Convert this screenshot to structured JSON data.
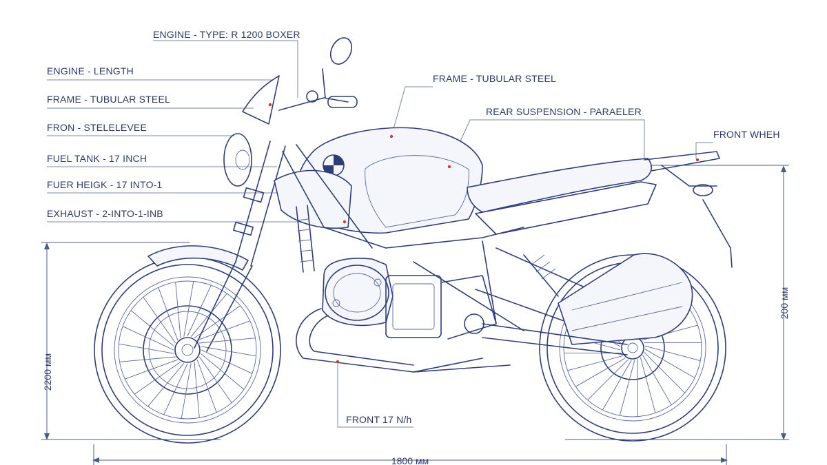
{
  "labels": {
    "engine_type": "ENGINE - TYPE: R 1200 BOXER",
    "engine_length": "ENGINE - LENGTH",
    "frame_left": "FRAME - TUBULAR STEEL",
    "front_steerer": "FRON - STELELEVEE",
    "fuel_tank": "FUEL TANK - 17 INCH",
    "fuel_height": "FUER HEIGK - 17 INTO-1",
    "exhaust": "EXHAUST - 2-INTO-1-INB",
    "frame_right": "FRAME - TUBULAR STEEL",
    "rear_suspension": "REAR SUSPENSION - PARAELER",
    "front_wheel": "FRONT WHEH",
    "front_bottom": "FRONT 17 N/h"
  },
  "dimensions": {
    "height_left": "2200 мм",
    "height_right": "200 мм",
    "length_bottom": "1800 мм"
  },
  "colors": {
    "line": "#2e3d78",
    "accent": "#d23a2e"
  },
  "icons": {
    "brand_badge": "roundel-badge-icon"
  }
}
